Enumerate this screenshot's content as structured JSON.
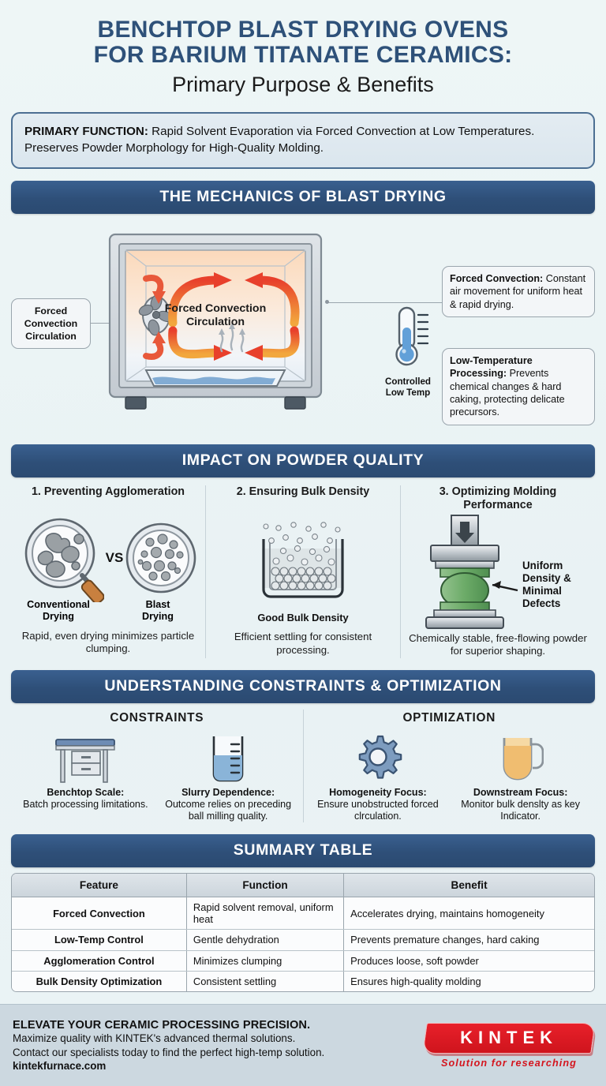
{
  "title": {
    "line1": "Benchtop Blast Drying Ovens",
    "line2": "for Barium Titanate Ceramics:",
    "subtitle": "Primary Purpose & Benefits"
  },
  "primary_function": {
    "label": "PRIMARY FUNCTION:",
    "text": " Rapid Solvent Evaporation via Forced Convection at Low Temperatures. Preserves Powder Morphology for High-Quality Molding."
  },
  "sections": {
    "mechanics": "The Mechanics of Blast Drying",
    "powder": "Impact on Powder Quality",
    "constraints": "Understanding Constraints & Optimization",
    "summary": "Summary Table"
  },
  "mechanics": {
    "oven_center_label_line1": "Forced Convection",
    "oven_center_label_line2": "Circulation",
    "left_callout": "Forced Convection Circulation",
    "thermometer_label_line1": "Controlled",
    "thermometer_label_line2": "Low Temp",
    "callouts": [
      {
        "title": "Forced Convection:",
        "body": " Constant air movement for uniform heat & rapid drying."
      },
      {
        "title": "Low-Temperature Processing:",
        "body": " Prevents chemical changes & hard caking, protecting delicate precursors."
      }
    ]
  },
  "powder": [
    {
      "heading": "1. Preventing Agglomeration",
      "vs": "VS",
      "label_left_line1": "Conventional",
      "label_left_line2": "Drying",
      "label_right_line1": "Blast",
      "label_right_line2": "Drying",
      "description": "Rapid, even drying minimizes particle clumping."
    },
    {
      "heading": "2. Ensuring Bulk Density",
      "caption": "Good Bulk Density",
      "description": "Efficient settling for consistent processing."
    },
    {
      "heading": "3. Optimizing Molding Performance",
      "annotation": "Uniform Density & Minimal Defects",
      "description": "Chemically stable, free-flowing powder for superior shaping."
    }
  ],
  "constraints": {
    "left_title": "CONSTRAINTS",
    "right_title": "OPTIMIZATION",
    "left_items": [
      {
        "icon": "desk-icon",
        "title": "Benchtop Scale:",
        "desc": "Batch processing limitations."
      },
      {
        "icon": "beaker-icon",
        "title": "Slurry Dependence:",
        "desc": "Outcome relies on preceding ball milling quality."
      }
    ],
    "right_items": [
      {
        "icon": "gear-icon",
        "title": "Homogeneity Focus:",
        "desc": "Ensure unobstructed forced clrculation."
      },
      {
        "icon": "mug-icon",
        "title": "Downstream Focus:",
        "desc": "Monitor bulk denslty as key Indicator."
      }
    ]
  },
  "summary_table": {
    "headers": [
      "Feature",
      "Function",
      "Benefit"
    ],
    "rows": [
      [
        "Forced Convection",
        "Rapid solvent removal, uniform heat",
        "Accelerates drying, maintains homogeneity"
      ],
      [
        "Low-Temp Control",
        "Gentle dehydration",
        "Prevents premature changes, hard caking"
      ],
      [
        "Agglomeration Control",
        "Minimizes clumping",
        "Produces loose, soft powder"
      ],
      [
        "Bulk Density Optimization",
        "Consistent settling",
        "Ensures high-quality molding"
      ]
    ]
  },
  "footer": {
    "headline": "ELEVATE YOUR CERAMIC PROCESSING PRECISION.",
    "line1": "Maximize quality with KINTEK's advanced thermal solutions.",
    "line2": "Contact our specialists today to find the perfect high-temp solution.",
    "url": "kintekfurnace.com",
    "logo_text": "KINTEK",
    "logo_tagline": "Solution for researching"
  },
  "colors": {
    "title_blue": "#2e5179",
    "bar_navy": "#2e4f78",
    "page_bg": "#eaf3f4",
    "footer_bg": "#ccd8e0",
    "logo_red": "#d4141d",
    "arrow_red": "#e8402c",
    "arrow_orange": "#f0a33c"
  }
}
